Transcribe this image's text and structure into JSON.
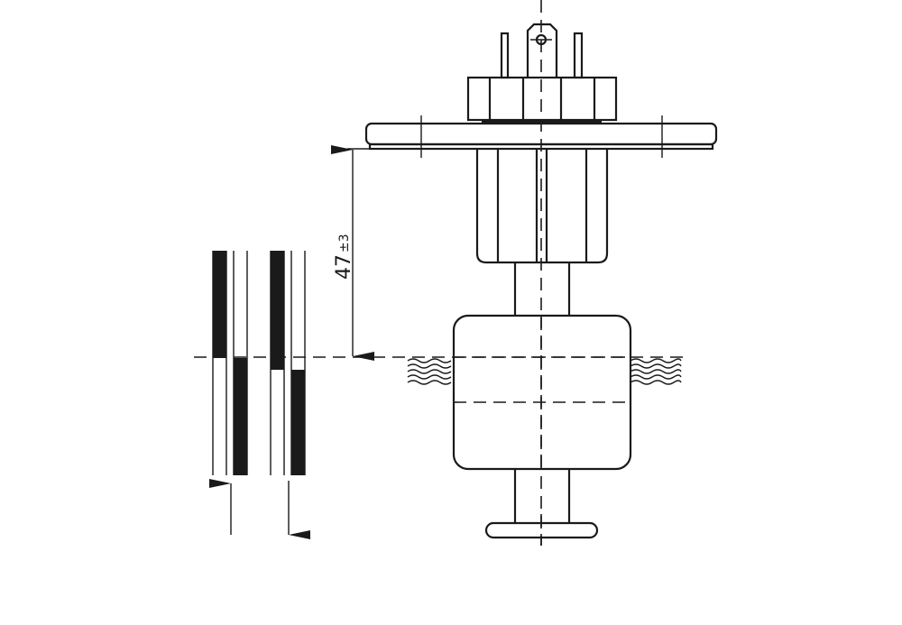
{
  "dimension": {
    "value": "47",
    "tolerance": "±3"
  },
  "colors": {
    "line": "#1a1a1a",
    "background": "#ffffff"
  },
  "switch_symbols": [
    {
      "direction": "rising",
      "arrow": "arrow-up-icon"
    },
    {
      "direction": "falling",
      "arrow": "arrow-down-icon"
    }
  ]
}
